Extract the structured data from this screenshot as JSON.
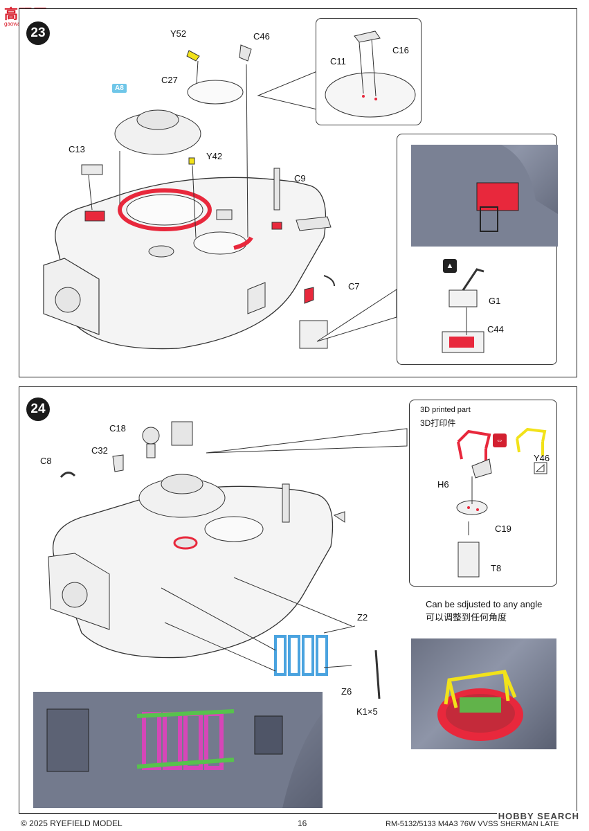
{
  "watermark": {
    "brand": "高玩网",
    "url": "gaowan.com"
  },
  "step23": {
    "number": "23",
    "parts": {
      "y52": "Y52",
      "c46": "C46",
      "c27": "C27",
      "a8": "A8",
      "c13": "C13",
      "y42": "Y42",
      "c9": "C9",
      "c7": "C7",
      "c11": "C11",
      "c16": "C16",
      "g1": "G1",
      "c44": "C44"
    }
  },
  "step24": {
    "number": "24",
    "parts": {
      "c18": "C18",
      "c32": "C32",
      "c8": "C8",
      "h6": "H6",
      "c19": "C19",
      "t8": "T8",
      "y46": "Y46",
      "z2": "Z2",
      "z6": "Z6",
      "k1": "K1×5"
    },
    "printed_en": "3D printed part",
    "printed_cn": "3D打印件",
    "adjust_en": "Can be sdjusted to any angle",
    "adjust_cn": "可以调整到任何角度"
  },
  "footer": {
    "copyright": "© 2025 RYEFIELD MODEL",
    "page": "16",
    "model": "RM-5132/5133 M4A3 76W VVSS SHERMAN LATE",
    "source": "HOBBY SEARCH"
  },
  "colors": {
    "red": "#e8283c",
    "blue": "#4aa3df",
    "yellow": "#f2e21a",
    "magenta": "#d646b8",
    "green": "#57c24d"
  }
}
